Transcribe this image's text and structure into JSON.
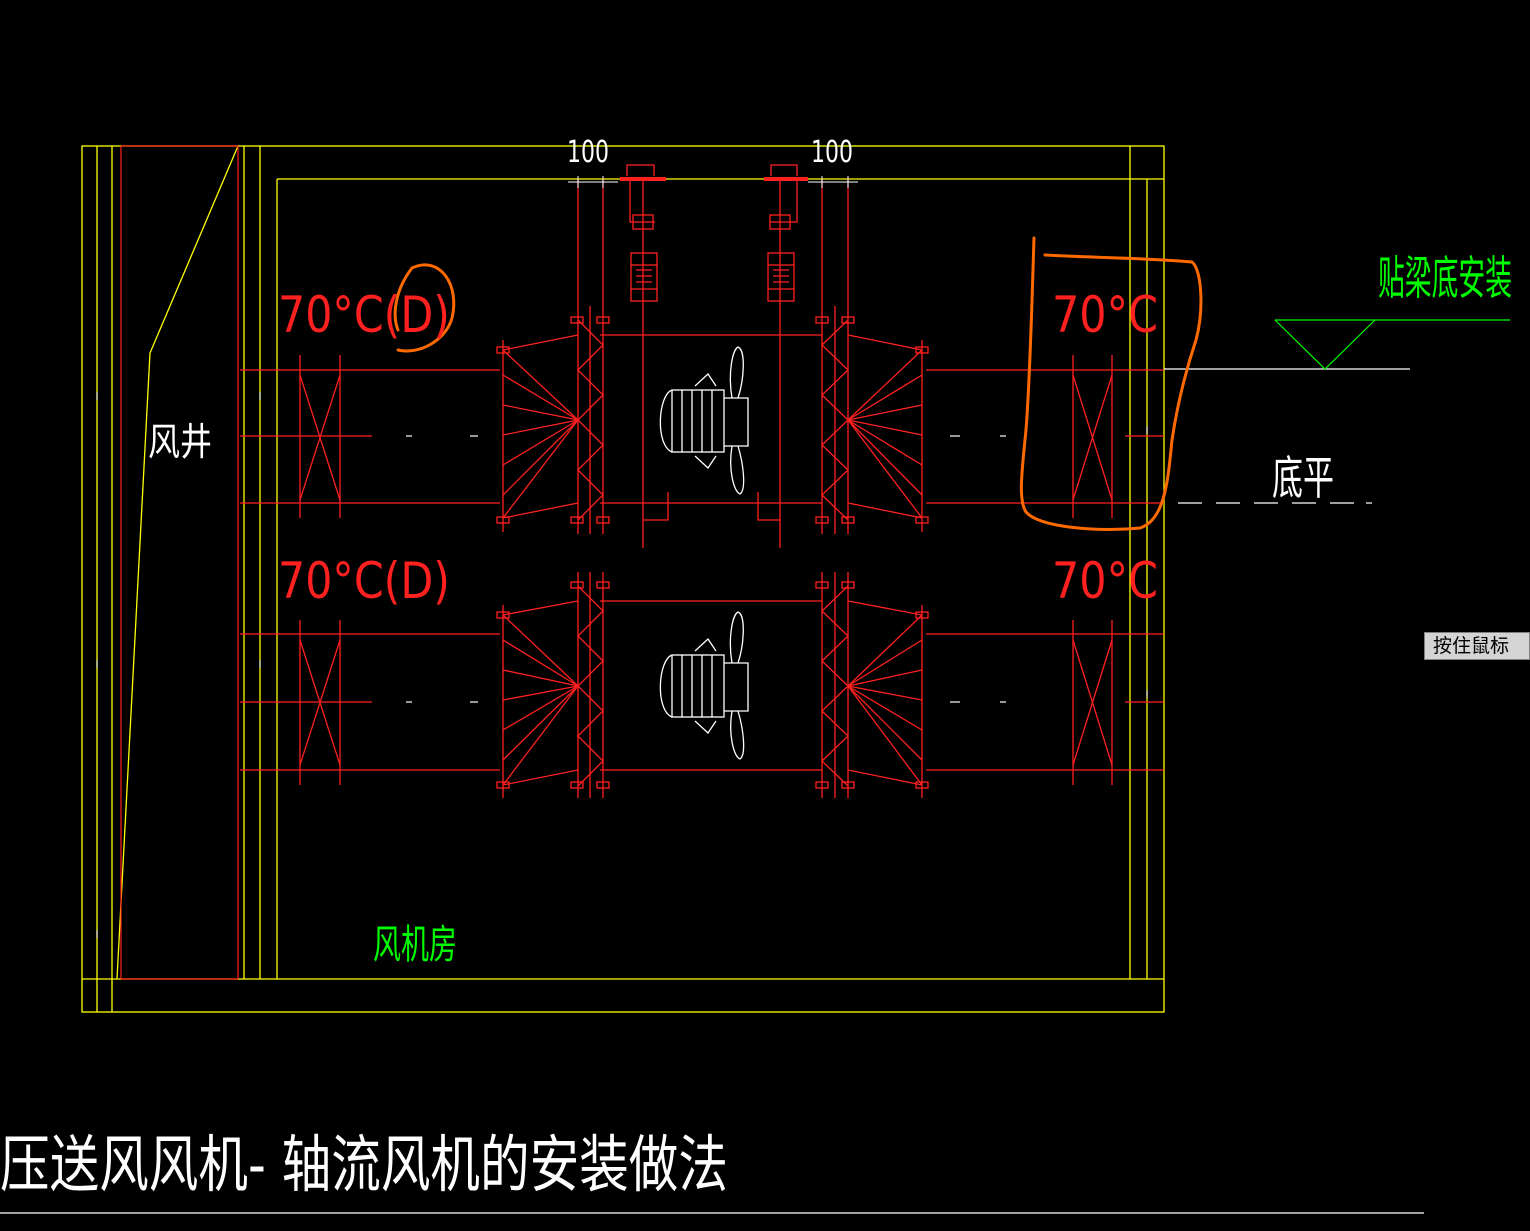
{
  "drawing": {
    "title": "压送风风机- 轴流风机的安装做法",
    "labels": {
      "shaft": "风井",
      "fan_room": "风机房",
      "beam_note": "贴梁底安装",
      "bottom_level": "底平",
      "dim_left": "100",
      "dim_right": "100",
      "valve_upper_left": "70°C(D)",
      "valve_lower_left": "70°C(D)",
      "valve_upper_right": "70°C",
      "valve_lower_right": "70°C"
    },
    "tooltip": "按住鼠标"
  },
  "colors": {
    "background": "#000000",
    "yellow": "#ffff00",
    "red": "#ff0000",
    "white": "#ffffff",
    "green": "#00ff00",
    "orange": "#ff6a00"
  },
  "icons": [
    "fan-motor-icon",
    "spring-hanger-icon",
    "fire-damper-icon",
    "level-marker-icon"
  ]
}
